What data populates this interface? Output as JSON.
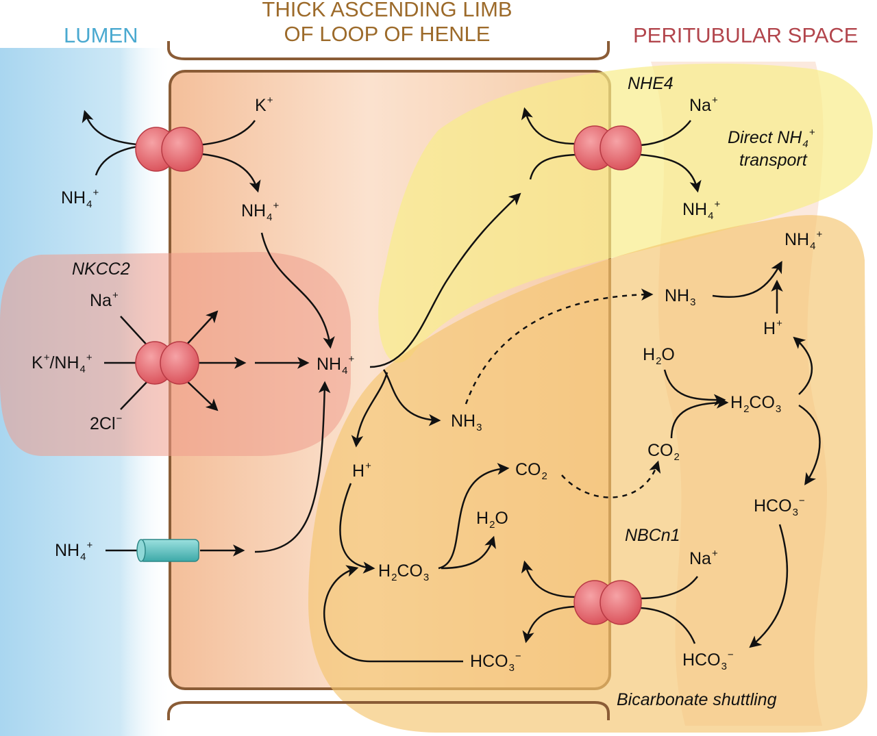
{
  "headers": {
    "lumen": "LUMEN",
    "tal_line1": "THICK ASCENDING LIMB",
    "tal_line2": "OF LOOP OF HENLE",
    "peritubular": "PERITUBULAR SPACE"
  },
  "transporters": {
    "nkcc2": "NKCC2",
    "nhe4": "NHE4",
    "nbcn1": "NBCn1"
  },
  "annotations": {
    "direct_line1": "Direct NH",
    "direct_sub": "4",
    "direct_sup": "+",
    "direct_line2": "transport",
    "bicarbonate": "Bicarbonate shuttling"
  },
  "species": {
    "nh": "NH",
    "h2": "H",
    "co": "CO",
    "hco": "HCO",
    "o": "O",
    "co3": "CO",
    "s4": "4",
    "s3": "3",
    "s2": "2",
    "plus": "+",
    "minus": "−",
    "k_plus": "K",
    "na": "Na",
    "k_slash": "K",
    "slash_nh": "/NH",
    "two_cl": "2Cl",
    "h": "H"
  },
  "colors": {
    "lumen_text": "#4aa9d0",
    "tal_text": "#9c6a2a",
    "peritubular_text": "#b2454c",
    "lumen_bg": "#bfe0f3",
    "cell_bg": "#f6c8a6",
    "cell_border": "#8a5c36",
    "nkcc2_region": "#efa596",
    "nhe4_region": "#f7ea8c",
    "bicarb_region": "#f5c874",
    "transporter": "#e5636a",
    "channel": "#5fc3c2"
  }
}
